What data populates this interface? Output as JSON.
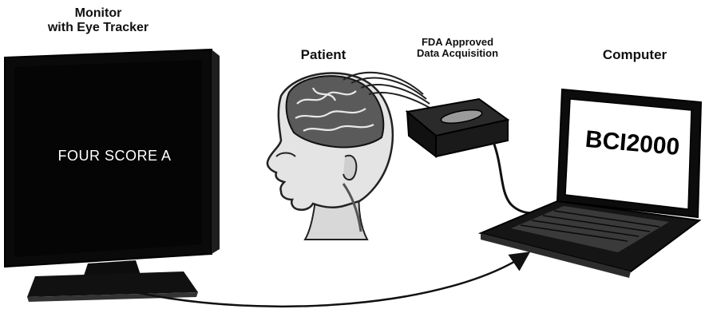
{
  "labels": {
    "monitor_line1": "Monitor",
    "monitor_line2": "with Eye Tracker",
    "patient": "Patient",
    "daq_line1": "FDA Approved",
    "daq_line2": "Data Acquisition",
    "computer": "Computer"
  },
  "monitor_screen_text": "FOUR SCORE A",
  "laptop_screen_text": "BCI2000",
  "colors": {
    "ink": "#111111",
    "screen": "#000000",
    "screen_text": "#ffffff",
    "laptop_screen": "#ffffff",
    "background": "#ffffff"
  },
  "icons": [
    "monitor-icon",
    "patient-head-icon",
    "data-acquisition-box-icon",
    "laptop-icon",
    "arrow-icon"
  ]
}
